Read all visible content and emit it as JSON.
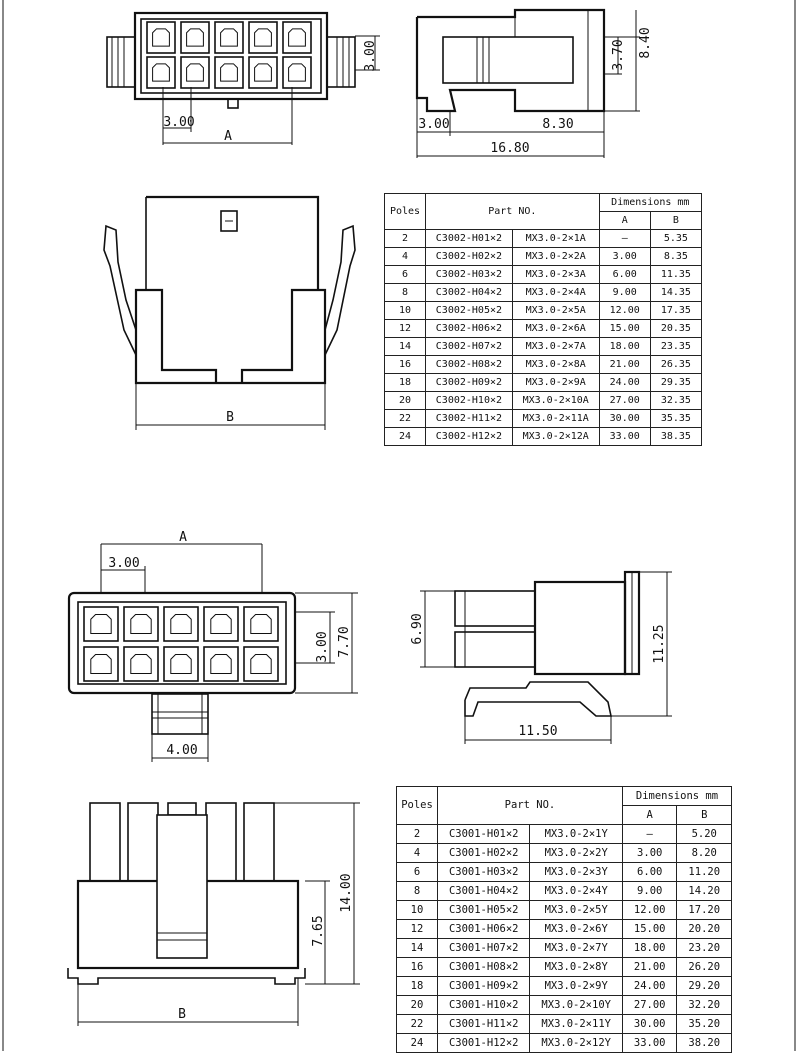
{
  "top_drawing": {
    "front": {
      "pitch": "3.00",
      "pitch_row": "3.00",
      "dim_a": "A"
    },
    "side": {
      "height": "8.40",
      "height_inner": "3.70",
      "latch": "3.00",
      "body": "8.30",
      "length": "16.80"
    },
    "body": {
      "dim_b": "B"
    }
  },
  "top_table": {
    "header": {
      "poles": "Poles",
      "part_no": "Part NO.",
      "dimensions": "Dimensions mm",
      "a": "A",
      "b": "B"
    },
    "rows": [
      [
        "2",
        "C3002-H01×2",
        "MX3.0-2×1A",
        "—",
        "5.35"
      ],
      [
        "4",
        "C3002-H02×2",
        "MX3.0-2×2A",
        "3.00",
        "8.35"
      ],
      [
        "6",
        "C3002-H03×2",
        "MX3.0-2×3A",
        "6.00",
        "11.35"
      ],
      [
        "8",
        "C3002-H04×2",
        "MX3.0-2×4A",
        "9.00",
        "14.35"
      ],
      [
        "10",
        "C3002-H05×2",
        "MX3.0-2×5A",
        "12.00",
        "17.35"
      ],
      [
        "12",
        "C3002-H06×2",
        "MX3.0-2×6A",
        "15.00",
        "20.35"
      ],
      [
        "14",
        "C3002-H07×2",
        "MX3.0-2×7A",
        "18.00",
        "23.35"
      ],
      [
        "16",
        "C3002-H08×2",
        "MX3.0-2×8A",
        "21.00",
        "26.35"
      ],
      [
        "18",
        "C3002-H09×2",
        "MX3.0-2×9A",
        "24.00",
        "29.35"
      ],
      [
        "20",
        "C3002-H10×2",
        "MX3.0-2×10A",
        "27.00",
        "32.35"
      ],
      [
        "22",
        "C3002-H11×2",
        "MX3.0-2×11A",
        "30.00",
        "35.35"
      ],
      [
        "24",
        "C3002-H12×2",
        "MX3.0-2×12A",
        "33.00",
        "38.35"
      ]
    ]
  },
  "bottom_drawing": {
    "front": {
      "dim_a": "A",
      "pitch": "3.00",
      "pitch_row": "3.00",
      "height": "7.70",
      "latch": "4.00"
    },
    "side": {
      "height_left": "6.90",
      "height_total": "11.25",
      "length": "11.50"
    },
    "body": {
      "height": "14.00",
      "height_lower": "7.65",
      "dim_b": "B"
    }
  },
  "bottom_table": {
    "header": {
      "poles": "Poles",
      "part_no": "Part NO.",
      "dimensions": "Dimensions mm",
      "a": "A",
      "b": "B"
    },
    "rows": [
      [
        "2",
        "C3001-H01×2",
        "MX3.0-2×1Y",
        "—",
        "5.20"
      ],
      [
        "4",
        "C3001-H02×2",
        "MX3.0-2×2Y",
        "3.00",
        "8.20"
      ],
      [
        "6",
        "C3001-H03×2",
        "MX3.0-2×3Y",
        "6.00",
        "11.20"
      ],
      [
        "8",
        "C3001-H04×2",
        "MX3.0-2×4Y",
        "9.00",
        "14.20"
      ],
      [
        "10",
        "C3001-H05×2",
        "MX3.0-2×5Y",
        "12.00",
        "17.20"
      ],
      [
        "12",
        "C3001-H06×2",
        "MX3.0-2×6Y",
        "15.00",
        "20.20"
      ],
      [
        "14",
        "C3001-H07×2",
        "MX3.0-2×7Y",
        "18.00",
        "23.20"
      ],
      [
        "16",
        "C3001-H08×2",
        "MX3.0-2×8Y",
        "21.00",
        "26.20"
      ],
      [
        "18",
        "C3001-H09×2",
        "MX3.0-2×9Y",
        "24.00",
        "29.20"
      ],
      [
        "20",
        "C3001-H10×2",
        "MX3.0-2×10Y",
        "27.00",
        "32.20"
      ],
      [
        "22",
        "C3001-H11×2",
        "MX3.0-2×11Y",
        "30.00",
        "35.20"
      ],
      [
        "24",
        "C3001-H12×2",
        "MX3.0-2×12Y",
        "33.00",
        "38.20"
      ]
    ]
  }
}
